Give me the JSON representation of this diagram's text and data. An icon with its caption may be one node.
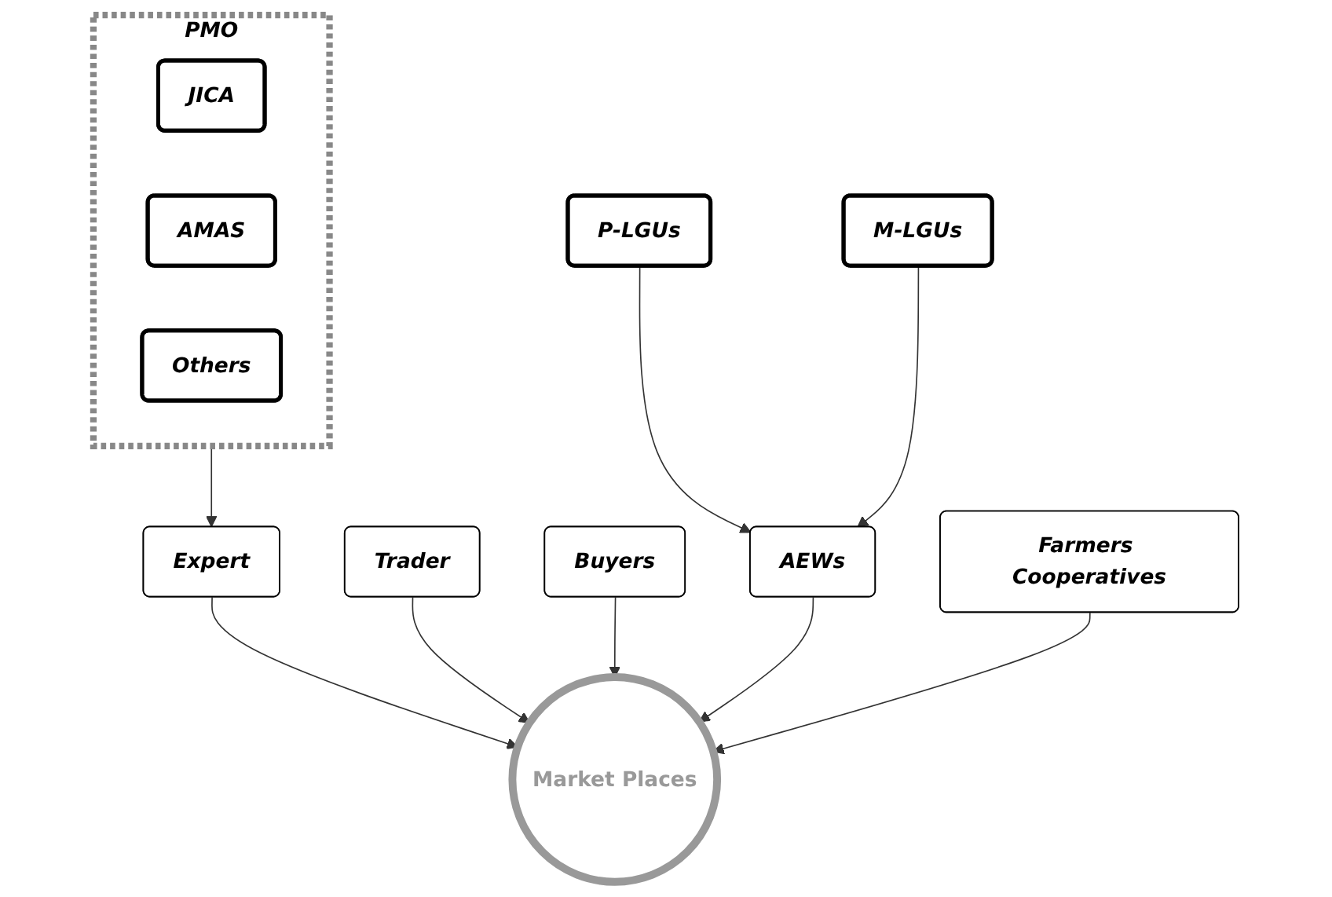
{
  "diagram": {
    "nodes": [
      {
        "text": [
          "PMO"
        ]
      },
      {
        "text": [
          "JICA"
        ],
        "in": 0
      },
      {
        "text": [
          "AMAS"
        ],
        "in": 0
      },
      {
        "text": [
          "Others"
        ],
        "in": 0
      },
      {
        "text": [
          "Expert"
        ]
      },
      {
        "text": [
          "Market Places"
        ]
      },
      {
        "text": [
          "Trader"
        ]
      },
      {
        "text": [
          "Buyers"
        ]
      },
      {
        "text": [
          "AEWs"
        ]
      },
      {
        "text": [
          "P-LGUs"
        ]
      },
      {
        "text": [
          "M-LGUs"
        ]
      },
      {
        "text": [
          "Farmers Cooperatives"
        ]
      }
    ],
    "edges": [
      {
        "from": 0,
        "to": 4,
        "arrow": "to"
      },
      {
        "from": 4,
        "to": 5,
        "arrow": "to"
      },
      {
        "from": 6,
        "to": 5,
        "arrow": "to"
      },
      {
        "from": 7,
        "to": 5,
        "arrow": "to"
      },
      {
        "from": 8,
        "to": 5,
        "arrow": "to"
      },
      {
        "from": 9,
        "to": 8,
        "arrow": "to"
      },
      {
        "from": 10,
        "to": 8,
        "arrow": "to"
      },
      {
        "from": 11,
        "to": 5,
        "arrow": "to"
      }
    ]
  }
}
